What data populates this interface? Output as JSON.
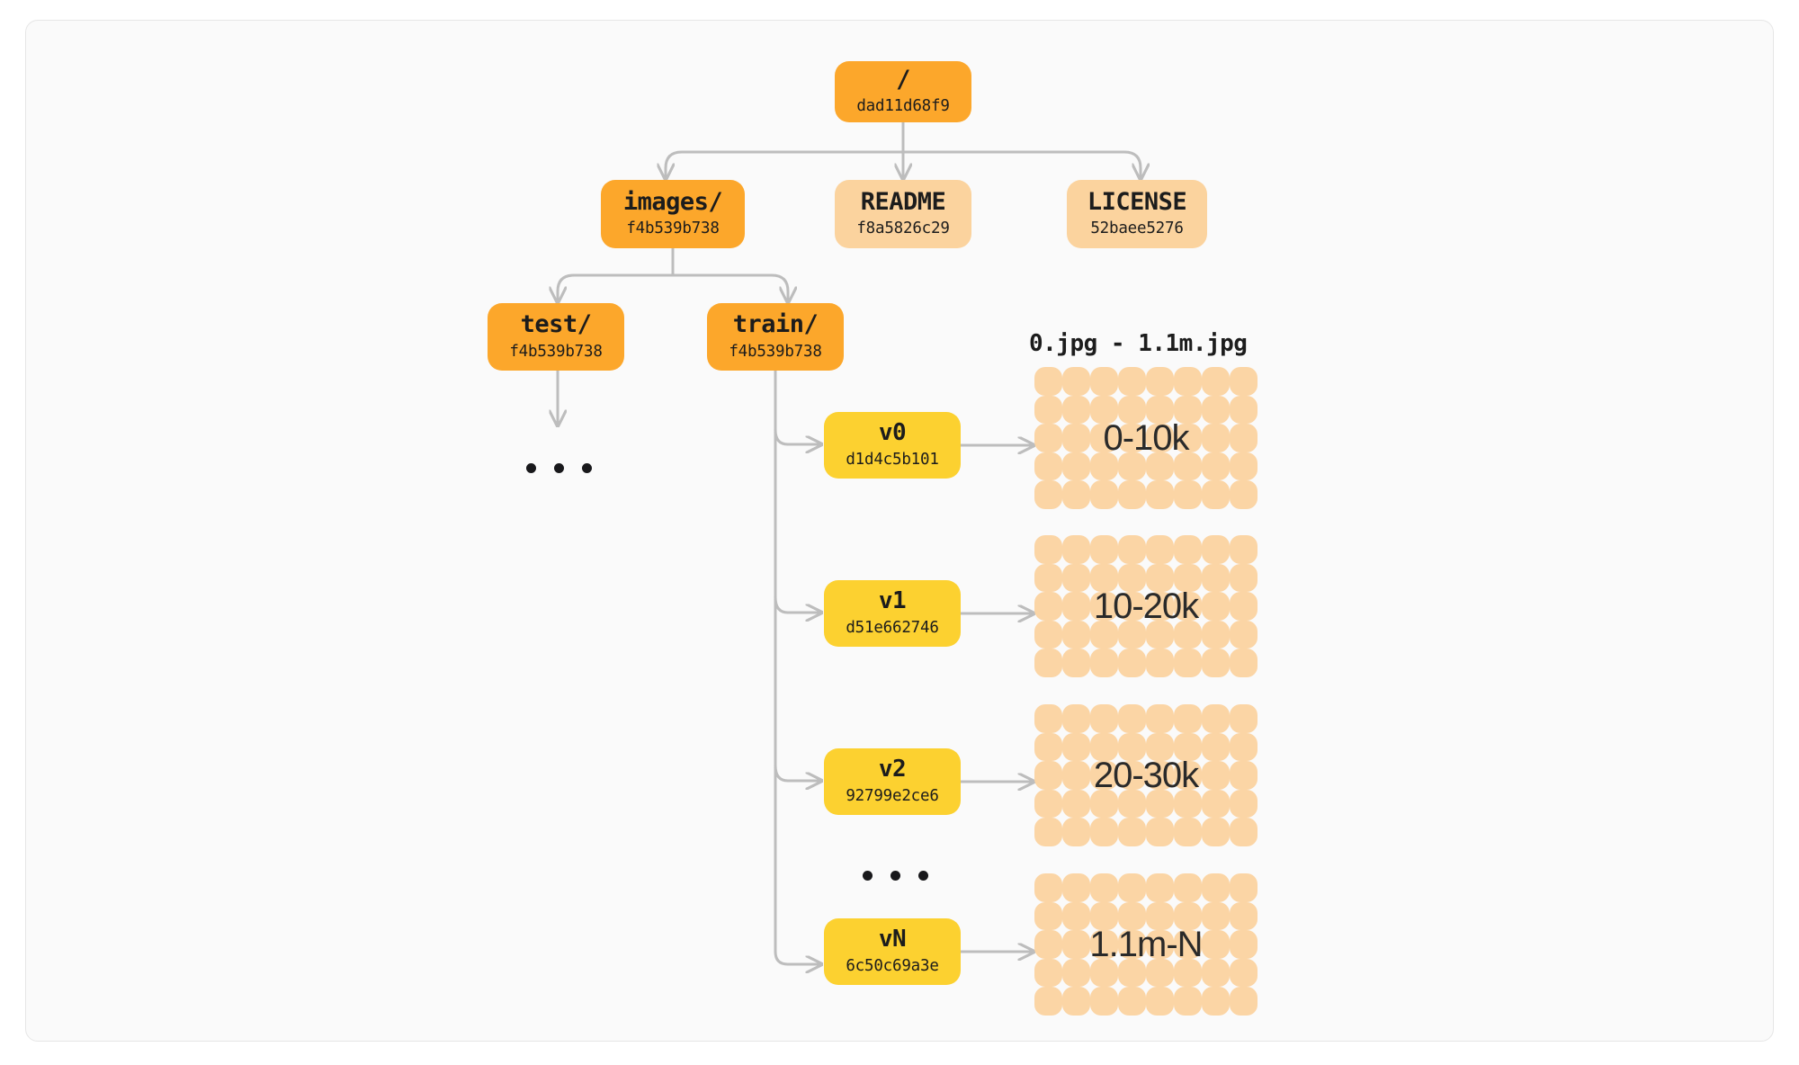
{
  "diagram": {
    "title_header": "0.jpg - 1.1m.jpg",
    "colors": {
      "page_background": "#ffffff",
      "card_background": "#fafafa",
      "card_border": "#e6e6e6",
      "directory_node": "#fca72b",
      "file_node": "#fbd39e",
      "version_node": "#fcd130",
      "image_tile": "#fbd5a5",
      "connector": "#bdbdbd",
      "text": "#1c1c1c"
    },
    "nodes": {
      "root": {
        "label": "/",
        "hash": "dad11d68f9"
      },
      "images": {
        "label": "images/",
        "hash": "f4b539b738"
      },
      "readme": {
        "label": "README",
        "hash": "f8a5826c29"
      },
      "license": {
        "label": "LICENSE",
        "hash": "52baee5276"
      },
      "test": {
        "label": "test/",
        "hash": "f4b539b738"
      },
      "train": {
        "label": "train/",
        "hash": "f4b539b738"
      }
    },
    "versions": [
      {
        "label": "v0",
        "hash": "d1d4c5b101",
        "range": "0-10k"
      },
      {
        "label": "v1",
        "hash": "d51e662746",
        "range": "10-20k"
      },
      {
        "label": "v2",
        "hash": "92799e2ce6",
        "range": "20-30k"
      },
      {
        "label": "vN",
        "hash": "6c50c69a3e",
        "range": "1.1m-N"
      }
    ],
    "ellipsis": {
      "under_test": "...",
      "between_versions": "..."
    }
  }
}
